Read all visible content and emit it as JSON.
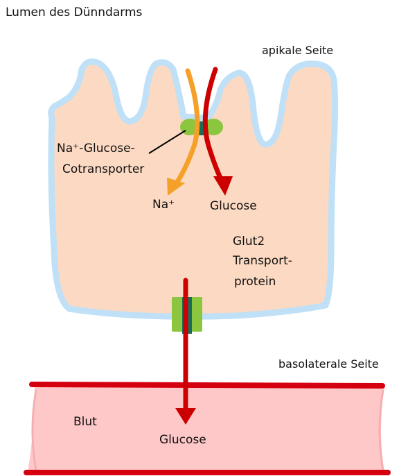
{
  "labels": {
    "lumen": "Lumen des Dünndarms",
    "apical": "apikale Seite",
    "cotransporter_line1": "Na⁺-Glucose-",
    "cotransporter_line2": "Cotransporter",
    "na": "Na⁺",
    "glucose_cell": "Glucose",
    "glut2_line1": "Glut2",
    "glut2_line2": "Transport-",
    "glut2_line3": "protein",
    "basolateral": "basolaterale Seite",
    "blood": "Blut",
    "glucose_blood": "Glucose"
  },
  "colors": {
    "cell_fill": "#fcd9c2",
    "membrane": "#bfe0f7",
    "transporter_green": "#8cc63f",
    "transporter_dark": "#1a6b5a",
    "glucose_arrow": "#cc0000",
    "sodium_arrow": "#f5a028",
    "blood_fill": "#ffc8c8",
    "blood_vessel": "#d40010"
  }
}
